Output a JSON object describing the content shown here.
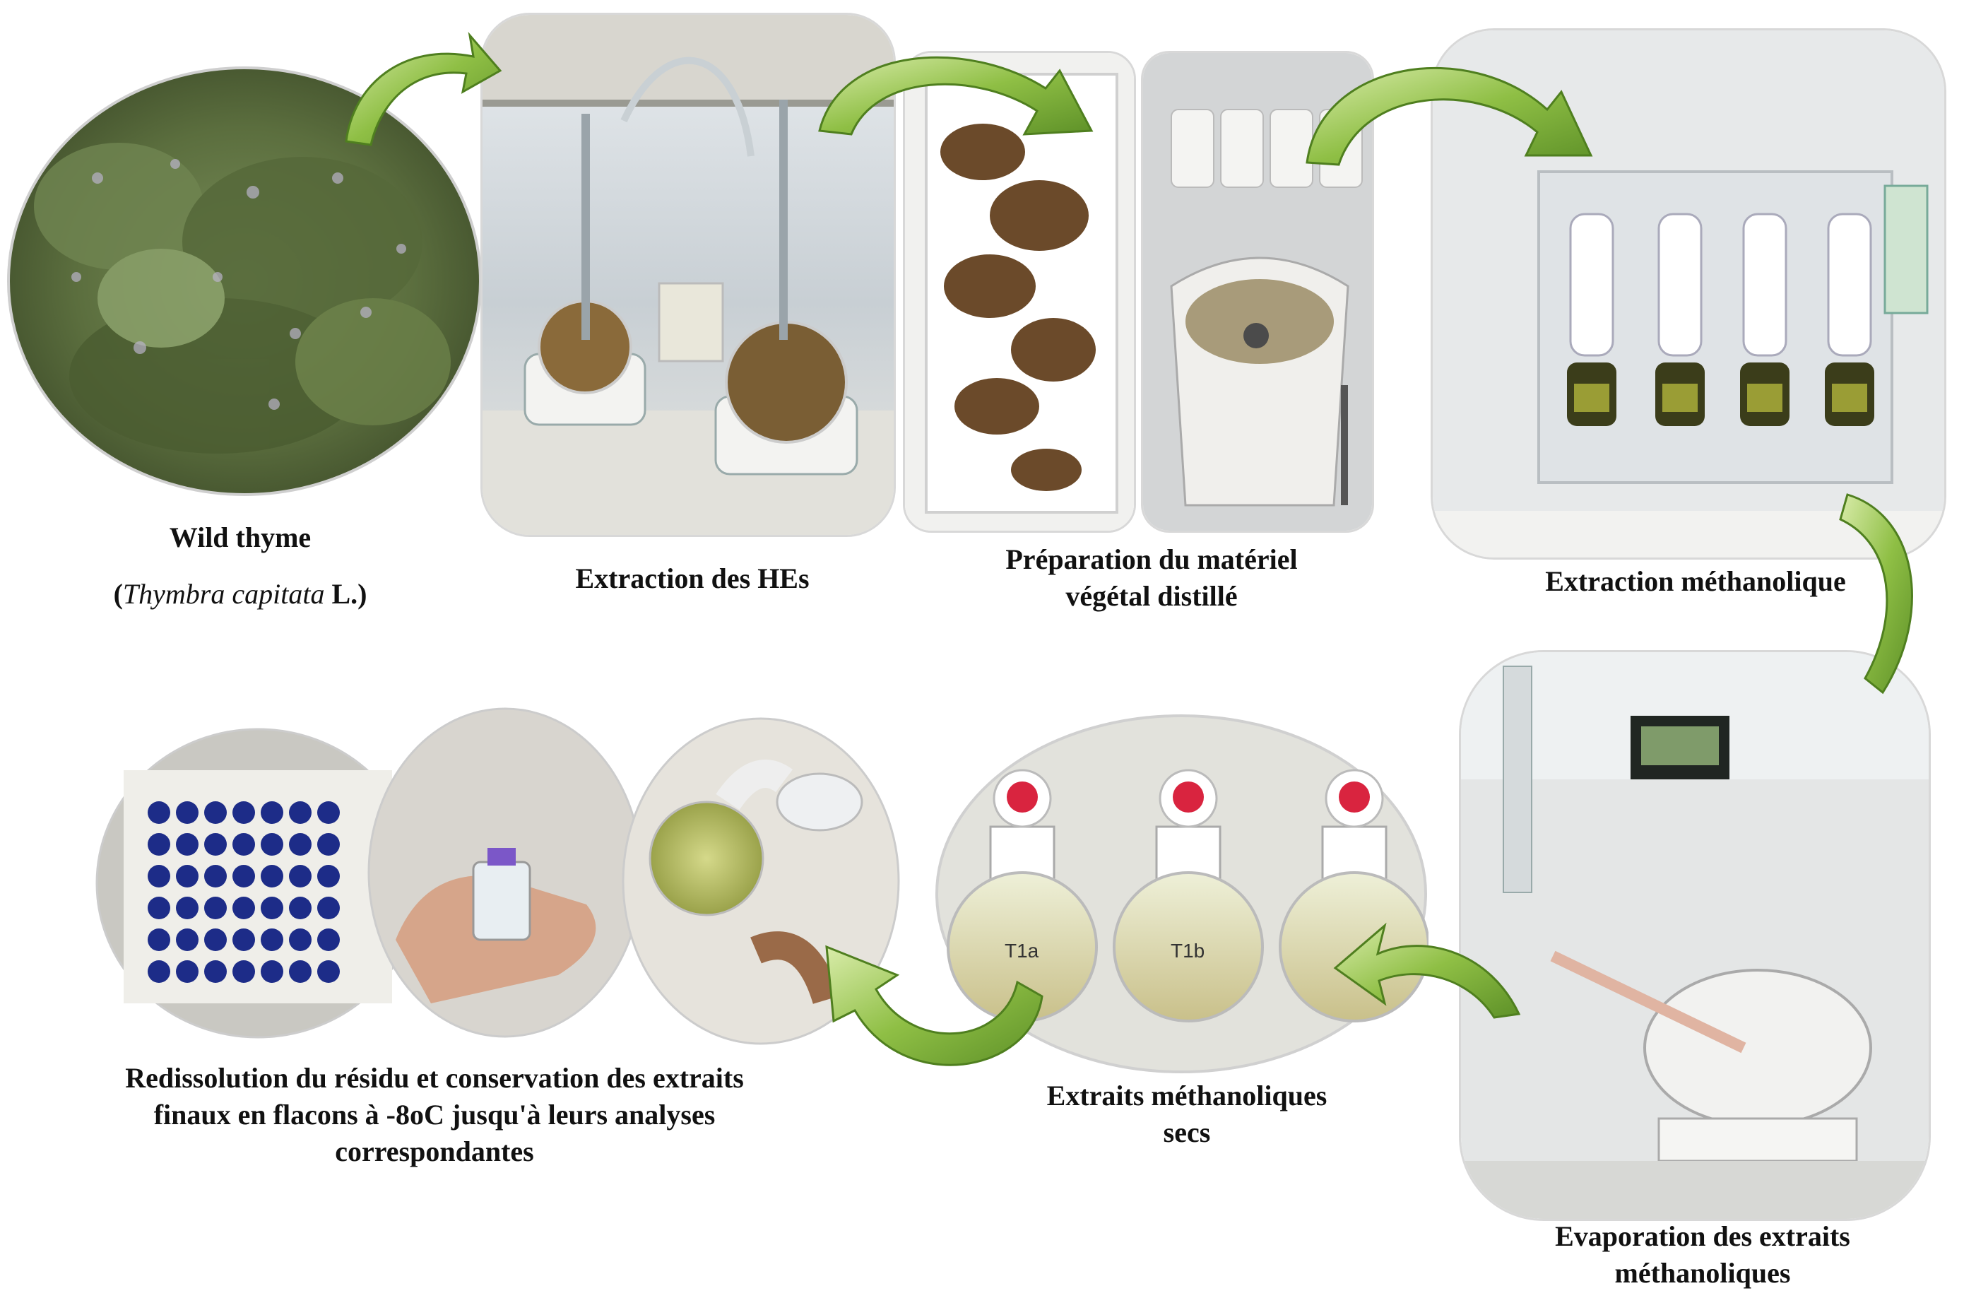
{
  "steps": [
    {
      "id": "wild-thyme",
      "line1": "Wild thyme",
      "line2_open": "(",
      "line2_italic": "Thymbra capitata",
      "line2_close": " L.)"
    },
    {
      "id": "extraction-hes",
      "label": "Extraction des HEs"
    },
    {
      "id": "preparation",
      "line1": "Préparation du matériel",
      "line2": "végétal distillé"
    },
    {
      "id": "extraction-methanolique",
      "label": "Extraction méthanolique"
    },
    {
      "id": "evaporation",
      "line1": "Evaporation des extraits",
      "line2": "méthanoliques"
    },
    {
      "id": "extraits-secs",
      "line1": "Extraits méthanoliques",
      "line2": "secs"
    },
    {
      "id": "redissolution",
      "line1": "Redissolution du résidu et conservation des extraits",
      "line2": "finaux en flacons à -8oC  jusqu'à leurs analyses",
      "line3": "correspondantes"
    }
  ],
  "flask_labels": [
    "T1a",
    "T1b",
    ""
  ],
  "colors": {
    "arrow_fill": "#7fae3a",
    "arrow_light": "#c6e08a",
    "arrow_edge": "#5a8a24",
    "frame": "#d8d8d8"
  }
}
